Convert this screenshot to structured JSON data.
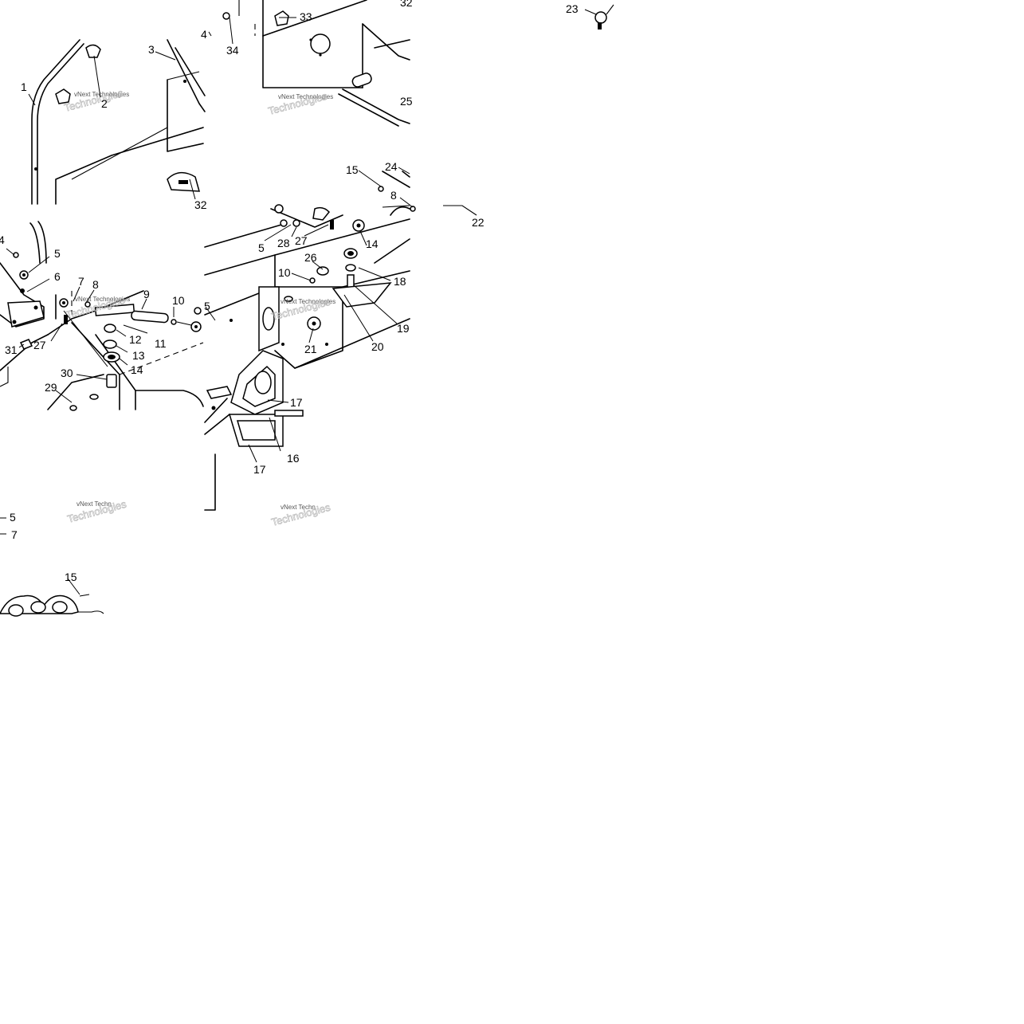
{
  "callouts": {
    "c1": "1",
    "c2": "2",
    "c3": "3",
    "c4a": "4",
    "c4b": "4",
    "c5a": "5",
    "c5b": "5",
    "c5c": "5",
    "c5d": "5",
    "c6": "6",
    "c7a": "7",
    "c7b": "7",
    "c8a": "8",
    "c8b": "8",
    "c9": "9",
    "c10a": "10",
    "c10b": "10",
    "c11": "11",
    "c12": "12",
    "c13": "13",
    "c14a": "14",
    "c14b": "14",
    "c15a": "15",
    "c15b": "15",
    "c16": "16",
    "c17a": "17",
    "c17b": "17",
    "c18": "18",
    "c19": "19",
    "c20": "20",
    "c21": "21",
    "c22": "22",
    "c23": "23",
    "c24": "24",
    "c25": "25",
    "c26": "26",
    "c27a": "27",
    "c27b": "27",
    "c28": "28",
    "c29": "29",
    "c30": "30",
    "c31": "31",
    "c32": "32",
    "c33": "33",
    "c34": "34"
  },
  "watermark": {
    "line1": "vNext Technologies",
    "line2": "Technologies",
    "short": "vNext Techn"
  }
}
